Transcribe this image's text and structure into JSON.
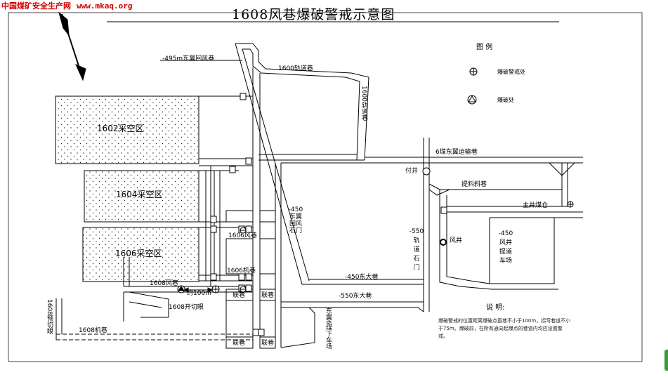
{
  "watermark": {
    "site": "中国煤矿安全生产网",
    "url": "www.mkaq.org"
  },
  "title": "1608风巷爆破警戒示意图",
  "legend": {
    "heading": "图 例",
    "items": [
      {
        "icon": "blast-guard-point-icon",
        "label": "爆破警戒处"
      },
      {
        "icon": "blast-site-icon",
        "label": "爆破处"
      }
    ]
  },
  "goafs": [
    "1602采空区",
    "1604采空区",
    "1606采空区"
  ],
  "tunnels": {
    "return_495": "-495m东翼回风巷",
    "t1600_top": "1600轨道巷",
    "t1600_right": "1600轨道巷",
    "coal6_haul": "6煤东翼运输巷",
    "aux_shaft": "付井",
    "material_incline": "提料斜巷",
    "main_shaft_bunker": "主井煤仓",
    "ret450": [
      "-450",
      "东翼",
      "回风",
      "石门"
    ],
    "rail550": [
      "-550",
      "轨",
      "道",
      "石",
      "门"
    ],
    "ventshaft": "风井",
    "dock450": [
      "-450",
      "风井",
      "提道",
      "车场"
    ],
    "east450": "-450东大巷",
    "east550": "-550东大巷",
    "t1606_air": "1606风巷",
    "t1606_machine": "1606机巷",
    "t1608_air": "1608风巷",
    "distance": "约100m",
    "cut1608": "1608开切眼",
    "t1608_machine": "1608机巷",
    "t1608_reserve": "1608预切眼",
    "east6_down": "东翼6煤下车场",
    "link_a": "联巷",
    "link_b": "联巷",
    "link_c": "联巷",
    "link_d": "联巷"
  },
  "explanation": {
    "heading": "说    明:",
    "text": "爆破警戒的位置距离爆破点直巷不小于100m，拐弯巷道不小于75m。爆破前，在所有通向起爆点的巷道内均应设置警戒。"
  }
}
